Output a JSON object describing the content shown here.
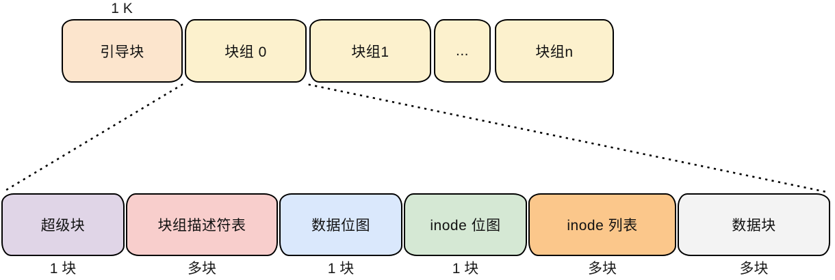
{
  "diagram": {
    "title_semantic": "ext2 filesystem block layout",
    "top_row": {
      "size_label": "1 K",
      "blocks": [
        {
          "label": "引导块",
          "fill": "#fce5cd"
        },
        {
          "label": "块组 0",
          "fill": "#fcf1cd"
        },
        {
          "label": "块组1",
          "fill": "#fcf1cd"
        },
        {
          "label": "...",
          "fill": "#fcf1cd"
        },
        {
          "label": "块组n",
          "fill": "#fcf1cd"
        }
      ]
    },
    "bottom_row": {
      "blocks": [
        {
          "label": "超级块",
          "caption": "1 块",
          "fill": "#e0d5e7"
        },
        {
          "label": "块组描述符表",
          "caption": "多块",
          "fill": "#f8cecc"
        },
        {
          "label": "数据位图",
          "caption": "1 块",
          "fill": "#dae8fc"
        },
        {
          "label": "inode 位图",
          "caption": "1 块",
          "fill": "#d5e8d4"
        },
        {
          "label": "inode 列表",
          "caption": "多块",
          "fill": "#fbc78b"
        },
        {
          "label": "数据块",
          "caption": "多块",
          "fill": "#f3f3f3"
        }
      ]
    },
    "connectors": {
      "style": "dotted",
      "color": "#000000",
      "meaning": "expansion of 块组 0 into its internal structure"
    },
    "stroke_color": "#000000",
    "background": "#ffffff"
  }
}
